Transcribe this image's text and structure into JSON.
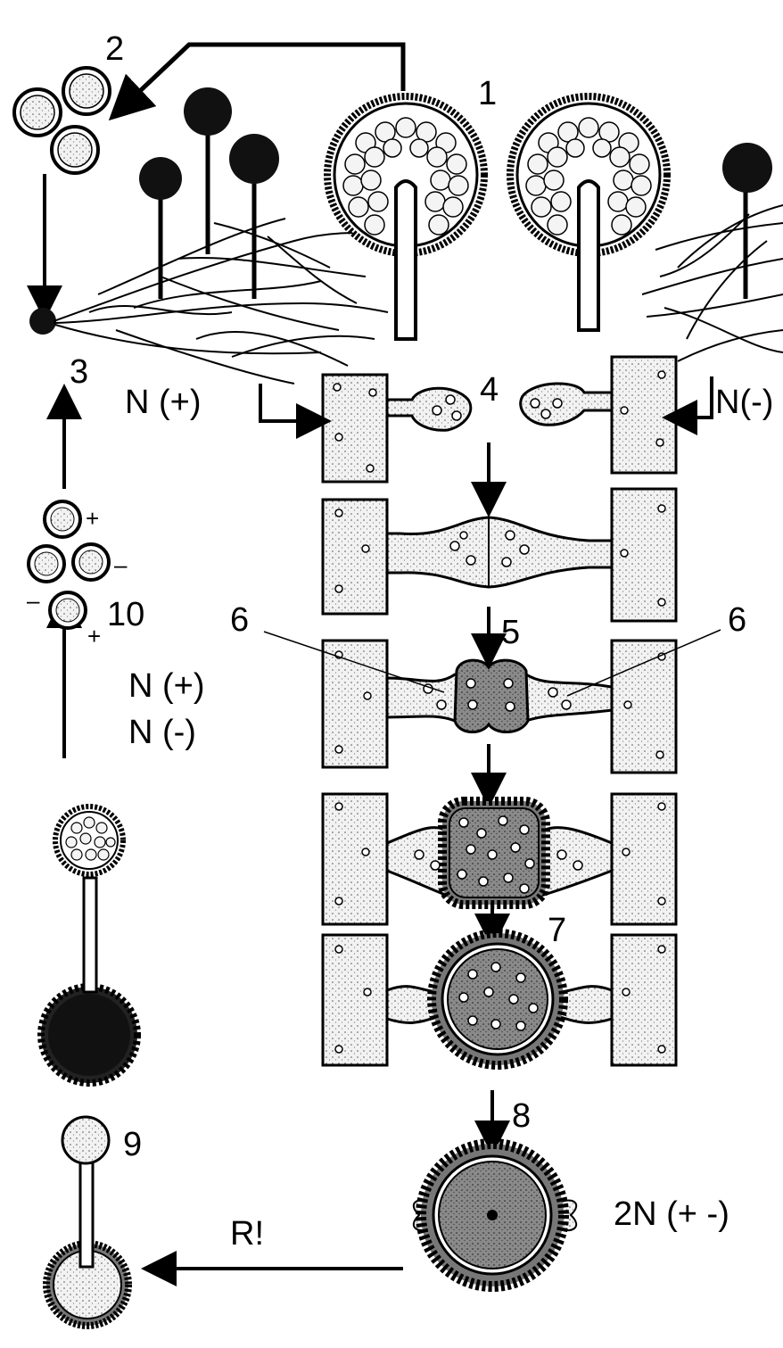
{
  "diagram": {
    "step_numbers": {
      "n1": "1",
      "n2": "2",
      "n3": "3",
      "n4": "4",
      "n5": "5",
      "n6_left": "6",
      "n6_right": "6",
      "n7": "7",
      "n8": "8",
      "n9": "9",
      "n10": "10"
    },
    "labels": {
      "mycelium_plus": "N (+)",
      "mycelium_minus": "N(-)",
      "spores_plus": "N (+)",
      "spores_minus": "N (-)",
      "zygospore": "2N (+ -)",
      "meiosis": "R!"
    },
    "spore_signs": {
      "top": "+",
      "right": "–",
      "left": "–",
      "bottom": "+"
    },
    "colors": {
      "ink": "#000000",
      "fill_light": "#eeeeee",
      "fill_dark": "#1a1a1a",
      "fill_mid": "#777777"
    }
  }
}
